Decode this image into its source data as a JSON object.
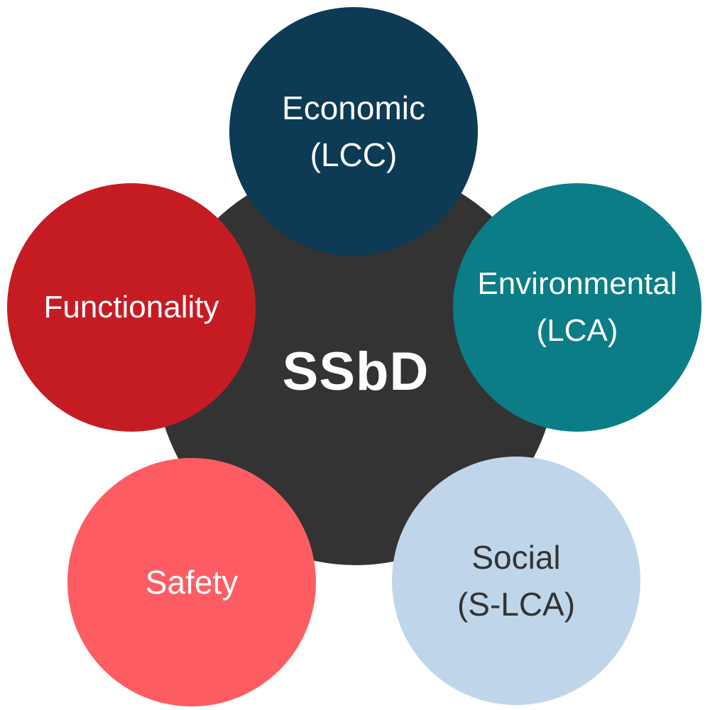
{
  "center": {
    "label": "SSbD",
    "color": "#333333",
    "text_color": "#ffffff"
  },
  "nodes": [
    {
      "key": "economic",
      "lines": [
        "Economic",
        "(LCC)"
      ],
      "color": "#0d3a54",
      "text_color": "#ffffff"
    },
    {
      "key": "environmental",
      "lines": [
        "Environmental",
        "(LCA)"
      ],
      "color": "#0a7d87",
      "text_color": "#ffffff"
    },
    {
      "key": "social",
      "lines": [
        "Social",
        "(S-LCA)"
      ],
      "color": "#bfd6ea",
      "text_color": "#333333"
    },
    {
      "key": "safety",
      "lines": [
        "Safety"
      ],
      "color": "#fd5d62",
      "text_color": "#ffffff"
    },
    {
      "key": "functionality",
      "lines": [
        "Functionality"
      ],
      "color": "#c51c24",
      "text_color": "#ffffff"
    }
  ]
}
